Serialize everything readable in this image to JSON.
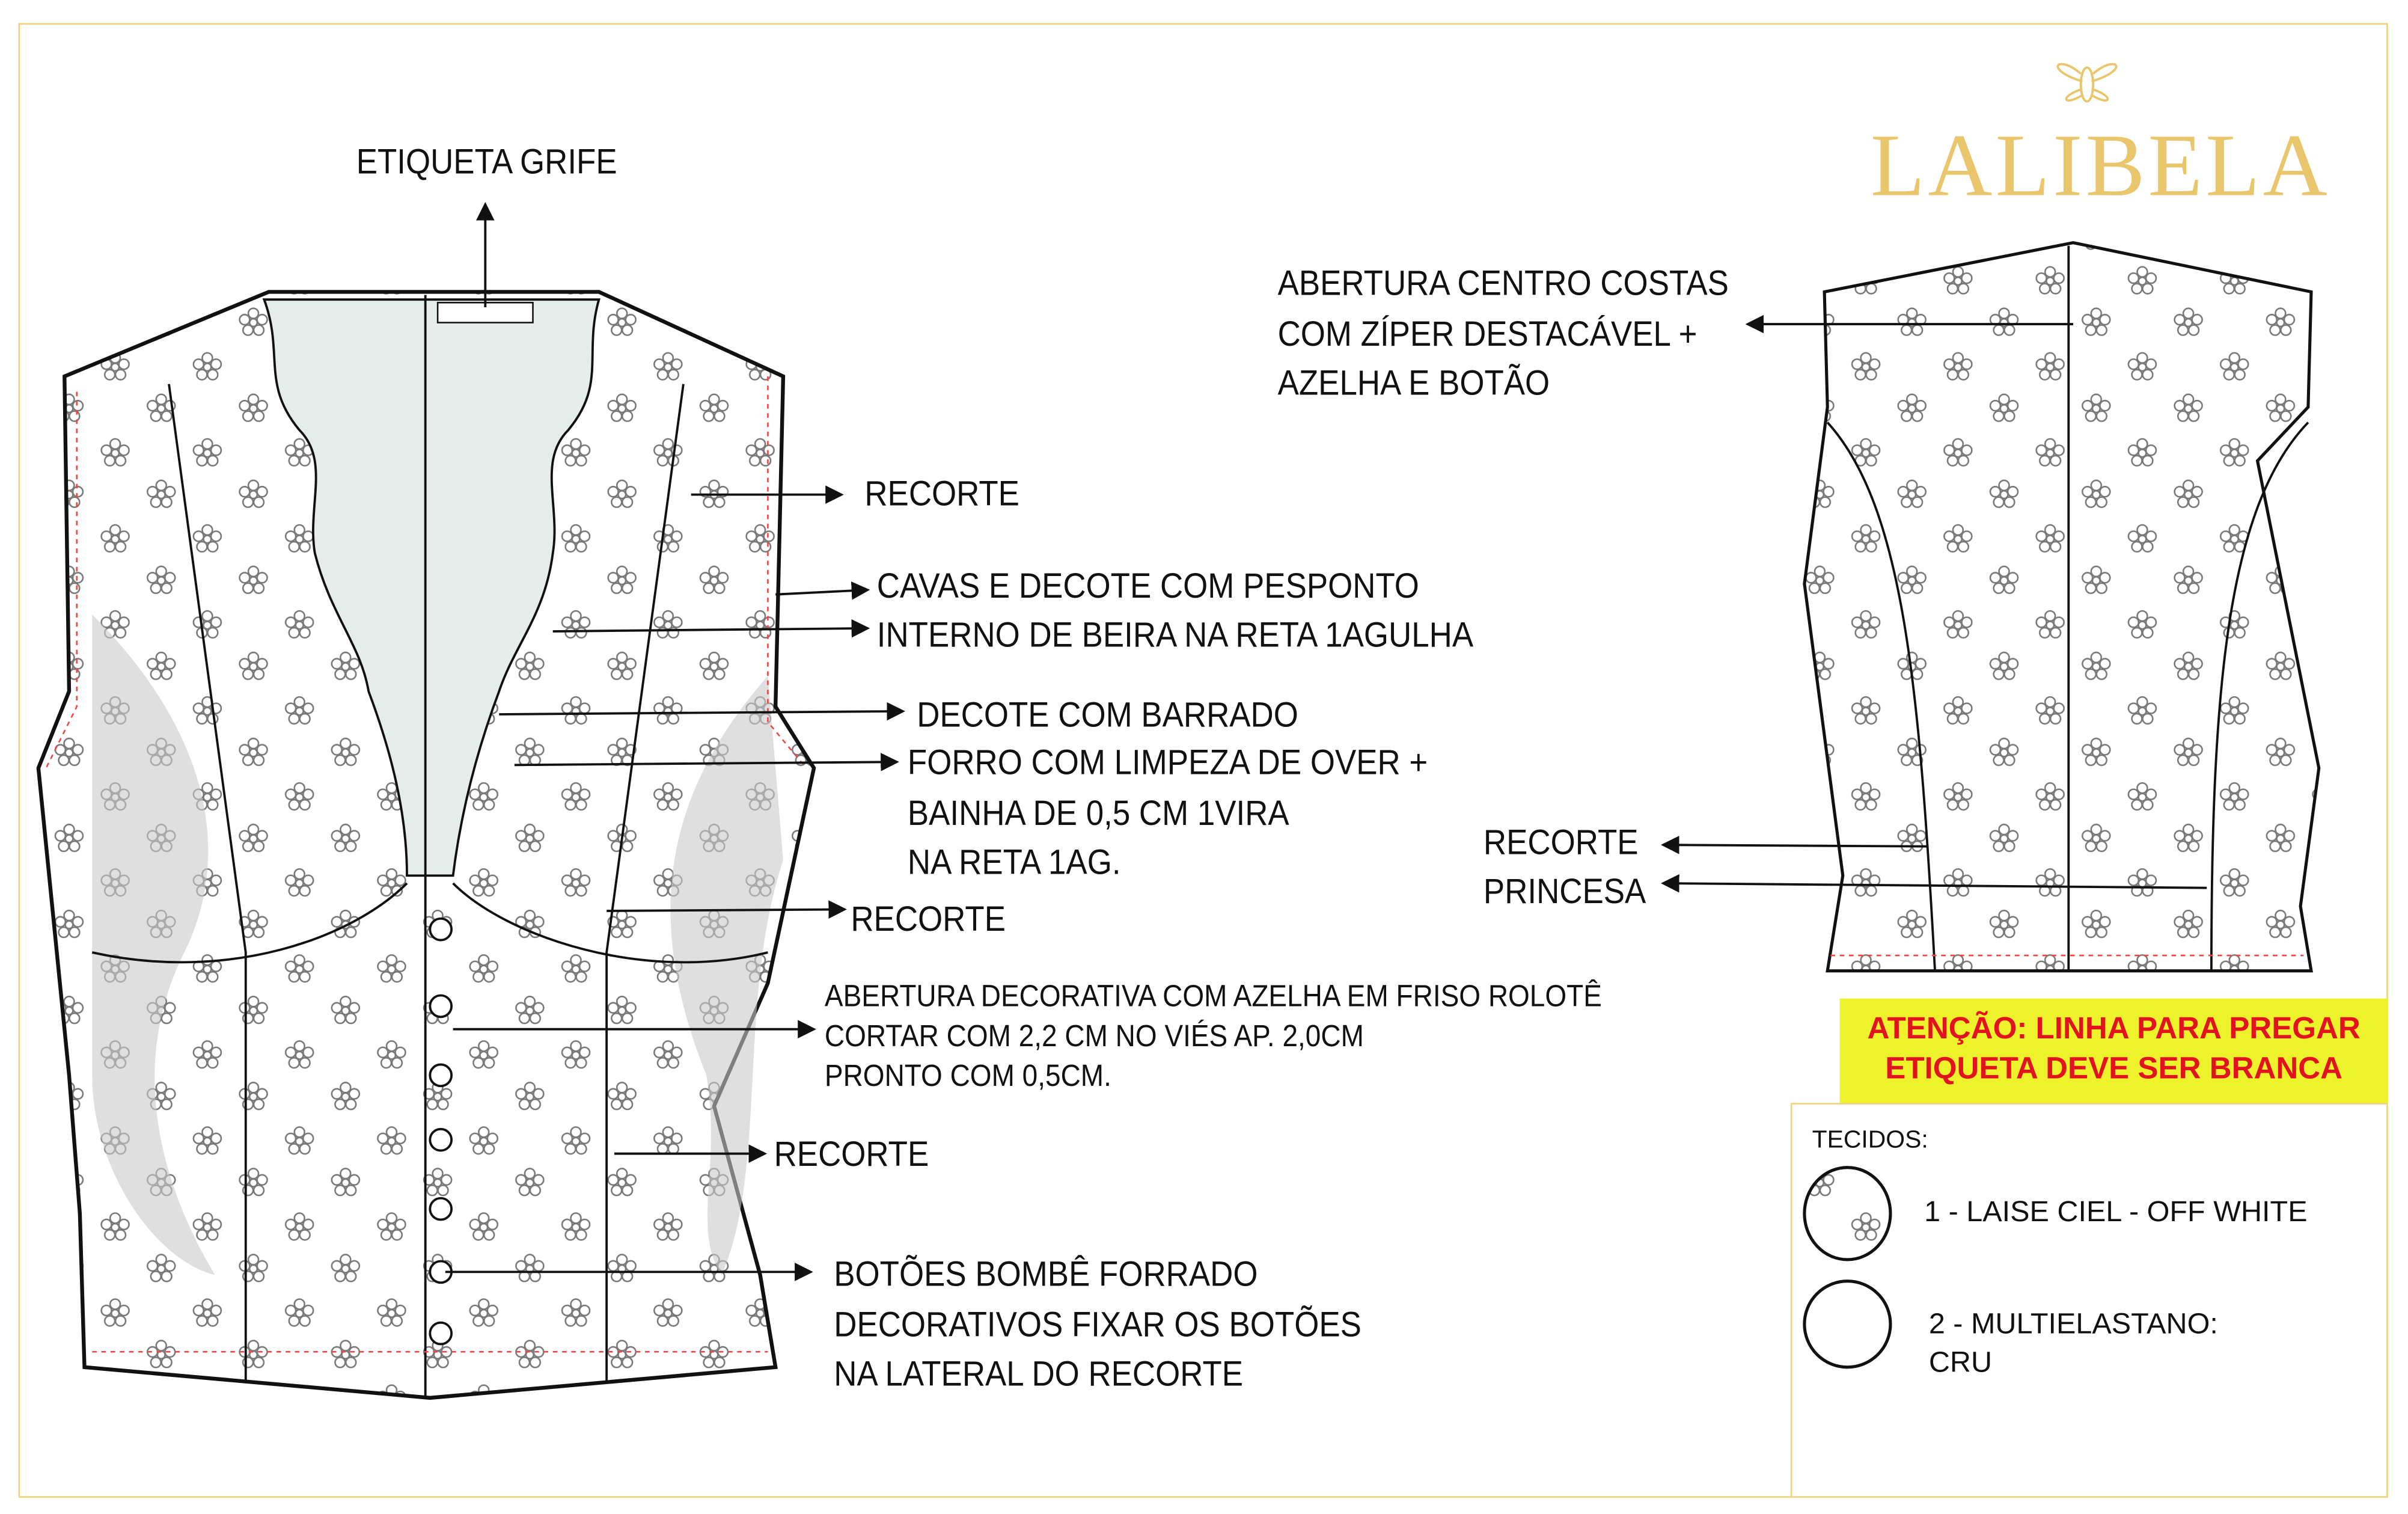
{
  "brand": {
    "name": "LALIBELA",
    "icon": "bee-icon",
    "color": "#e9c66c"
  },
  "front_callouts": {
    "label_tag": "ETIQUETA GRIFE",
    "recorte_1": "RECORTE",
    "cavas": [
      "CAVAS E DECOTE COM PESPONTO",
      "INTERNO DE BEIRA NA RETA 1AGULHA"
    ],
    "decote": "DECOTE COM BARRADO",
    "forro": [
      "FORRO COM LIMPEZA DE  OVER +",
      "BAINHA DE 0,5 CM 1VIRA",
      "NA RETA 1AG."
    ],
    "recorte_2": "RECORTE",
    "abertura": [
      "ABERTURA DECORATIVA COM AZELHA EM FRISO ROLOTÊ",
      "CORTAR COM 2,2 CM NO VIÉS AP. 2,0CM",
      "PRONTO COM 0,5CM."
    ],
    "recorte_3": "RECORTE",
    "botoes": [
      "BOTÕES BOMBÊ FORRADO",
      "DECORATIVOS FIXAR OS BOTÕES",
      "NA LATERAL DO RECORTE"
    ]
  },
  "back_callouts": {
    "abertura_costas": [
      "ABERTURA CENTRO COSTAS",
      "COM ZÍPER DESTACÁVEL +",
      "AZELHA E BOTÃO"
    ],
    "recorte_princesa": [
      "RECORTE",
      "PRINCESA"
    ]
  },
  "warning": {
    "lines": [
      "ATENÇÃO: LINHA PARA PREGAR",
      "ETIQUETA DEVE SER BRANCA"
    ],
    "bg": "#eef22b",
    "color": "#e2131f"
  },
  "fabrics": {
    "title": "TECIDOS:",
    "items": [
      {
        "label": "1 - LAISE CIEL - OFF WHITE"
      },
      {
        "label": "2 - MULTIELASTANO:",
        "sub": "CRU"
      }
    ]
  }
}
